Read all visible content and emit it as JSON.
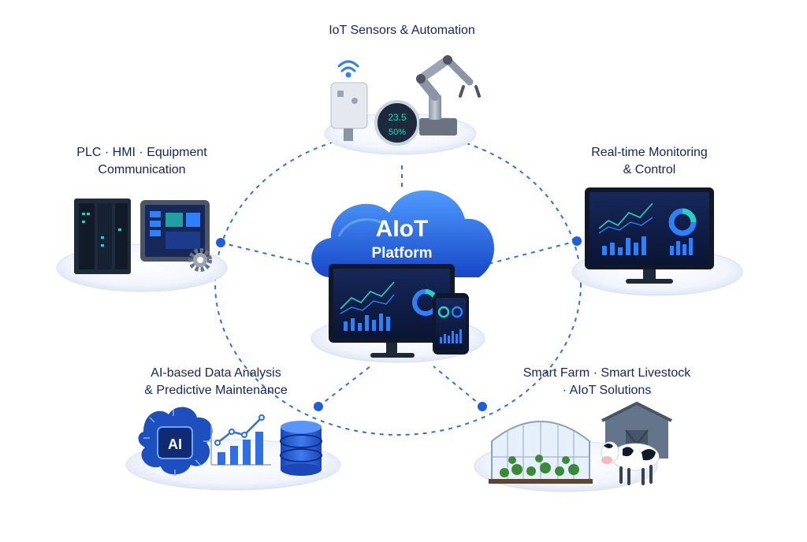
{
  "center": {
    "title": "AIoT",
    "subtitle": "Platform"
  },
  "nodes": {
    "top": {
      "lines": [
        "IoT Sensors & Automation"
      ]
    },
    "left": {
      "lines": [
        "PLC · HMI · Equipment",
        "Communication"
      ]
    },
    "right": {
      "lines": [
        "Real-time Monitoring",
        "& Control"
      ]
    },
    "bottom_left": {
      "lines": [
        "AI-based Data Analysis",
        "& Predictive Maintenance"
      ]
    },
    "bottom_right": {
      "lines": [
        "Smart Farm · Smart Livestock",
        "· AIoT Solutions"
      ]
    }
  },
  "sensor_display": {
    "temperature": "23.5",
    "humidity": "50%"
  },
  "ai_badge": "AI",
  "colors": {
    "primary_blue": "#1d5fd8",
    "dark_navy": "#14245c",
    "screen_dark": "#0d1a3a",
    "chart_blue": "#2f80ff",
    "teal": "#22d3c5",
    "platform_disc": "#eef3fb"
  }
}
